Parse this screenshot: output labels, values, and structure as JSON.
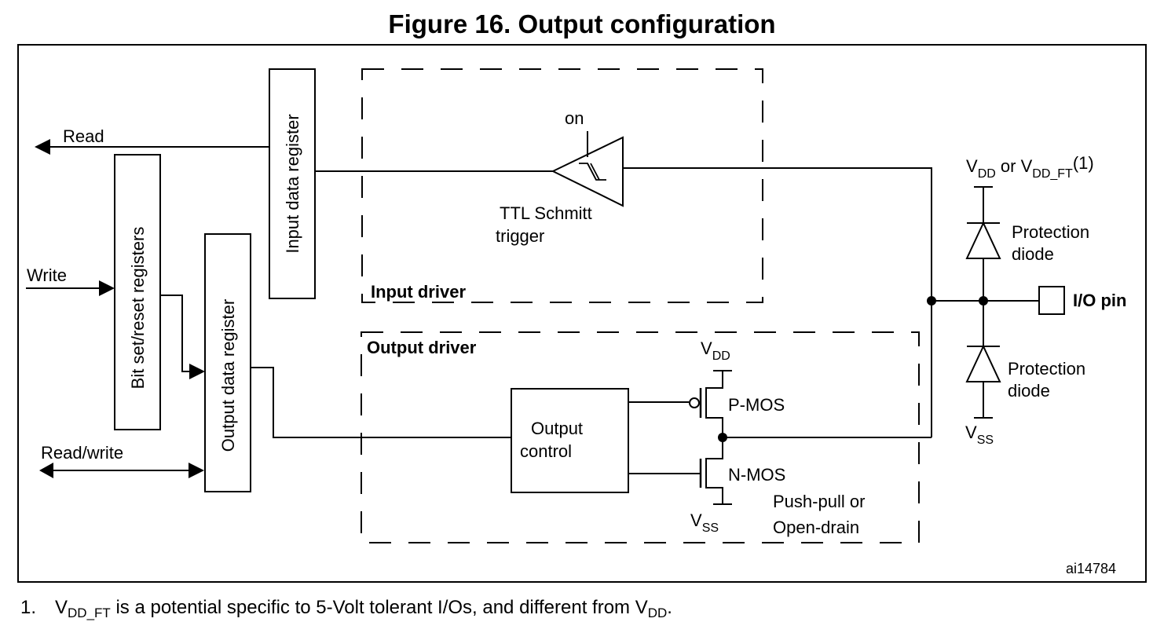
{
  "figure": {
    "title": "Figure 16. Output configuration",
    "id_code": "ai14784"
  },
  "signals": {
    "read": "Read",
    "write": "Write",
    "read_write": "Read/write"
  },
  "registers": {
    "input_data": "Input data register",
    "bit_set_reset": "Bit set/reset registers",
    "output_data": "Output data register"
  },
  "input_driver": {
    "label": "Input driver",
    "schmitt_enable": "on",
    "schmitt_line1": "TTL Schmitt",
    "schmitt_line2": "trigger"
  },
  "output_driver": {
    "label": "Output driver",
    "control_line1": "Output",
    "control_line2": "control",
    "pmos": "P-MOS",
    "nmos": "N-MOS",
    "vdd_main": "V",
    "vdd_sub": "DD",
    "vss_main": "V",
    "vss_sub": "SS",
    "mode_line1": "Push-pull or",
    "mode_line2": "Open-drain"
  },
  "protection": {
    "supply_v1": "V",
    "supply_sub1": "DD",
    "supply_or": " or V",
    "supply_sub2": "DD_FT",
    "supply_note": "(1)",
    "upper_diode_line1": "Protection",
    "upper_diode_line2": "diode",
    "lower_diode_line1": "Protection",
    "lower_diode_line2": "diode",
    "vss_main": "V",
    "vss_sub": "SS",
    "io_pin": "I/O pin"
  },
  "footnote": {
    "number": "1.",
    "v": "V",
    "sub1": "DD_FT",
    "text": " is a potential specific to 5-Volt tolerant I/Os, and different from V",
    "sub2": "DD",
    "end": "."
  }
}
